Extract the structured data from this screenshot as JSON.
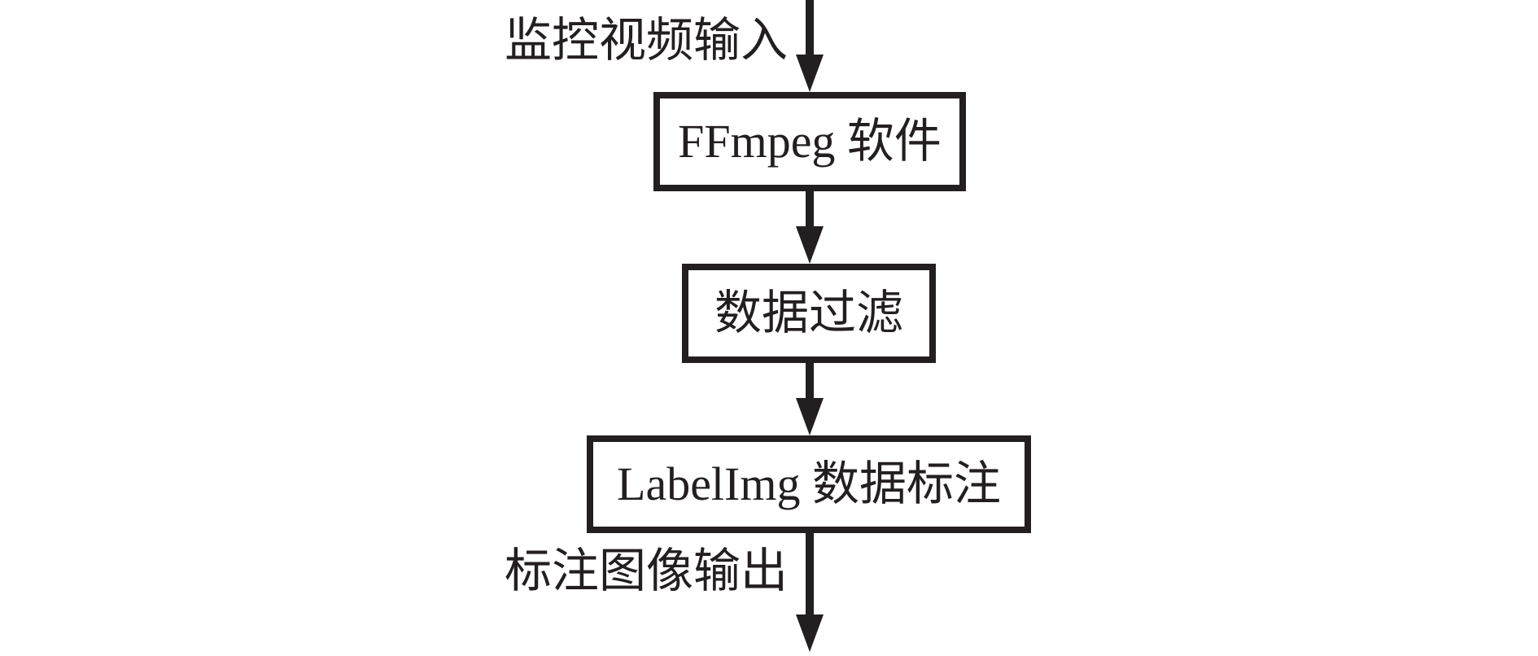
{
  "colors": {
    "ink": "#231f20",
    "paper": "#ffffff"
  },
  "diagram": {
    "type": "flowchart",
    "direction": "top-down",
    "input_label": "监控视频输入",
    "output_label": "标注图像输出",
    "nodes": [
      {
        "id": "ffmpeg",
        "label": "FFmpeg 软件"
      },
      {
        "id": "filter",
        "label": "数据过滤"
      },
      {
        "id": "labelimg",
        "label": "LabelImg 数据标注"
      }
    ],
    "edges": [
      {
        "from": "input",
        "to": "ffmpeg"
      },
      {
        "from": "ffmpeg",
        "to": "filter"
      },
      {
        "from": "filter",
        "to": "labelimg"
      },
      {
        "from": "labelimg",
        "to": "output"
      }
    ]
  }
}
